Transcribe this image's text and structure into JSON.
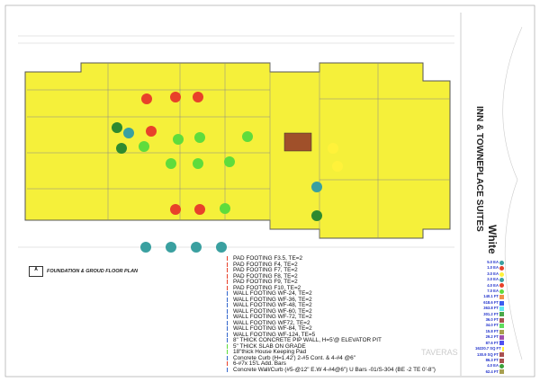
{
  "drawing": {
    "plan_title": "FOUNDATION & GROUD FLOOR PLAN",
    "plan_tag": "A",
    "project_title": "INN & TOWNEPLACE SUITES",
    "architect_mark": "White",
    "watermark": "TAVERAS",
    "plan_fill_color": "#f5f03a",
    "markers": {
      "red": "#e8412a",
      "light_green": "#5fdc3c",
      "dark_green": "#2f8a2f",
      "teal": "#3aa0a0",
      "yellow": "#fff23a",
      "brown": "#a0502a"
    }
  },
  "legend": [
    {
      "label": "PAD FOOTING F3.5, TE=2",
      "color": "#e8412a"
    },
    {
      "label": "PAD FOOTING F4, TE=2",
      "color": "#e8412a"
    },
    {
      "label": "PAD FOOTING F7, TE=2",
      "color": "#e8412a"
    },
    {
      "label": "PAD FOOTING F8, TE=2",
      "color": "#e8412a"
    },
    {
      "label": "PAD FOOTING F9, TE=2",
      "color": "#e8412a"
    },
    {
      "label": "PAD FOOTING F10, TE=2",
      "color": "#e8412a"
    },
    {
      "label": "WALL FOOTING WF-24, TE=2",
      "color": "#3366cc"
    },
    {
      "label": "WALL FOOTING WF-36, TE=2",
      "color": "#3366cc"
    },
    {
      "label": "WALL FOOTING WF-48, TE=2",
      "color": "#3366cc"
    },
    {
      "label": "WALL FOOTING WF-60, TE=2",
      "color": "#3366cc"
    },
    {
      "label": "WALL FOOTING WF-72, TE=2",
      "color": "#3366cc"
    },
    {
      "label": "WALL FOOTING  WF72, TE=2",
      "color": "#3366cc"
    },
    {
      "label": "WALL FOOTING WF-84, TE=2",
      "color": "#3366cc"
    },
    {
      "label": "WALL FOOTING WF-124, TE=5",
      "color": "#3366cc"
    },
    {
      "label": "8\" THICK CONCRETE PIP WALL, H=5'@ ELEVATOR PIT",
      "color": "#3366cc"
    },
    {
      "label": "5\" THICK SLAB ON GRADE",
      "color": "#5fdc3c"
    },
    {
      "label": "18\"thick House Keeping Pad",
      "color": "#5fdc3c"
    },
    {
      "label": "Concrete Curb (H=1.42') 2-#5 Cont. & 4-#4 @6\"",
      "color": "#3366cc"
    },
    {
      "label": "6-#7x 15'L  Add. Bars",
      "color": "#e8412a"
    },
    {
      "label": "Concrete Wall/Curb (#5-@12\" E.W 4-#4@6\") U Bars -01/S-304 (BE -2 TE 0'-8\")",
      "color": "#3366cc"
    }
  ],
  "quantities": [
    {
      "value": "5.0 EA",
      "color": "#3aa0a0",
      "dot": true
    },
    {
      "value": "1.0 EA",
      "color": "#e8412a",
      "dot": true
    },
    {
      "value": "3.0 EA",
      "color": "#fff23a",
      "dot": true
    },
    {
      "value": "2.0 EA",
      "color": "#3aa0a0",
      "dot": true
    },
    {
      "value": "4.0 EA",
      "color": "#e8412a",
      "dot": true
    },
    {
      "value": "7.0 EA",
      "color": "#5fdc3c",
      "dot": true
    },
    {
      "value": "140.1 FT",
      "color": "#f0904a",
      "dot": false
    },
    {
      "value": "618.6 FT",
      "color": "#3a5cf0",
      "dot": false
    },
    {
      "value": "363.8 FT",
      "color": "#5fe8f0",
      "dot": false
    },
    {
      "value": "301.2 FT",
      "color": "#4aa84a",
      "dot": false
    },
    {
      "value": "36.0 FT",
      "color": "#a85050",
      "dot": false
    },
    {
      "value": "34.0 FT",
      "color": "#5fdc5f",
      "dot": false
    },
    {
      "value": "15.8 FT",
      "color": "#a8a050",
      "dot": false
    },
    {
      "value": "29.2 FT",
      "color": "#a050b0",
      "dot": false
    },
    {
      "value": "87.6 FT",
      "color": "#5050f0",
      "dot": false
    },
    {
      "value": "16220.7 SQ FT",
      "color": "#fff23a",
      "dot": false
    },
    {
      "value": "130.9 SQ FT",
      "color": "#a85050",
      "dot": false
    },
    {
      "value": "86.3 FT",
      "color": "#a85050",
      "dot": false
    },
    {
      "value": "4.0 EA",
      "color": "#3aa03a",
      "dot": true
    },
    {
      "value": "62.4 FT",
      "color": "#a8a050",
      "dot": false
    }
  ]
}
